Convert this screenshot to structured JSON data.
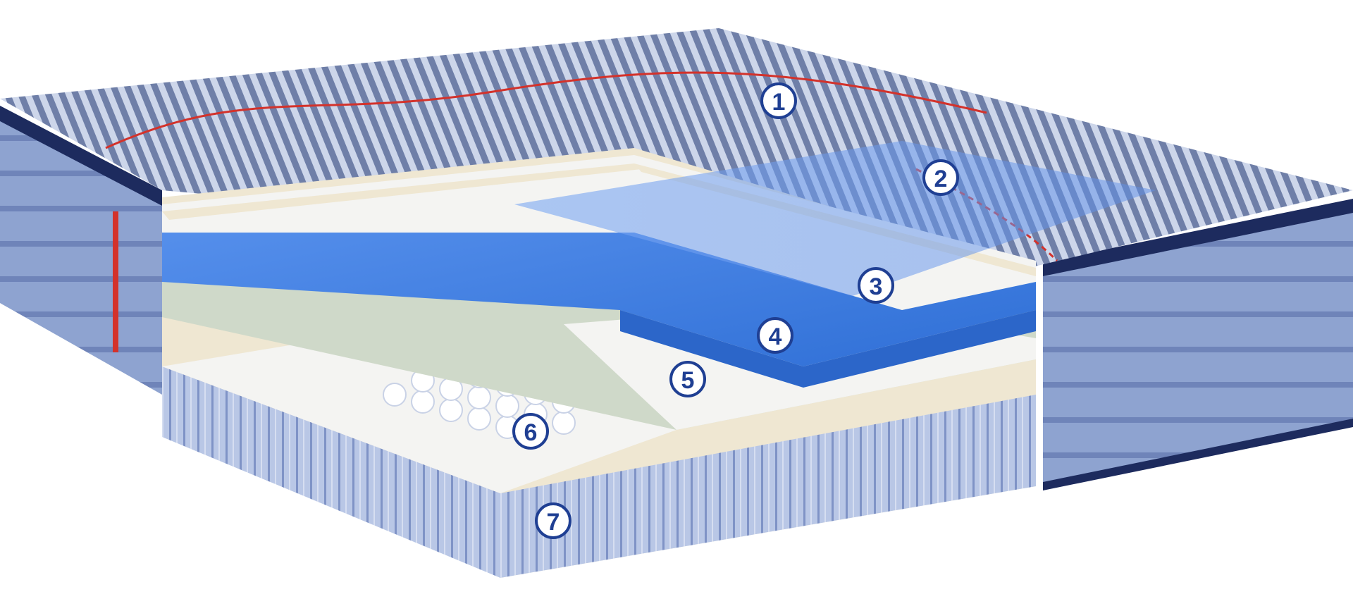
{
  "image": {
    "subject": "mattress-cutaway",
    "markers": [
      {
        "id": "1",
        "label": "1"
      },
      {
        "id": "2",
        "label": "2"
      },
      {
        "id": "3",
        "label": "3"
      },
      {
        "id": "4",
        "label": "4"
      },
      {
        "id": "5",
        "label": "5"
      },
      {
        "id": "6",
        "label": "6"
      },
      {
        "id": "7",
        "label": "7"
      }
    ],
    "colors": {
      "marker_ring": "#1f3f93",
      "marker_fill": "#ffffff",
      "quilt_top": "#6f7fa8",
      "quilt_stripe": "#cdd6ea",
      "stitch": "#d3322b",
      "side_panel": "#8ea3d0",
      "piping": "#1d2b5e",
      "blue_foam": "#3e7ee0",
      "green_foam": "#cfd9c9",
      "cream_foam": "#efe7d2",
      "white_foam": "#f4f4f2",
      "coil": "#b9c7e6"
    }
  }
}
